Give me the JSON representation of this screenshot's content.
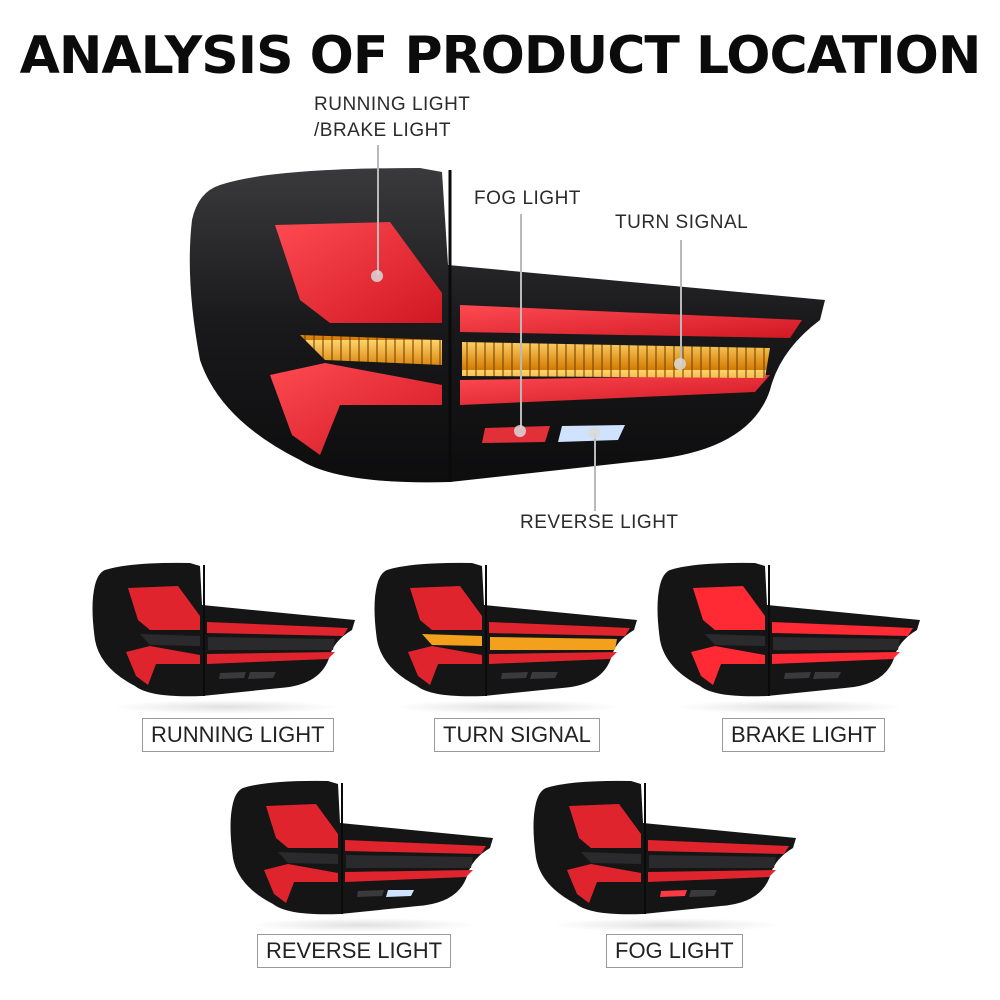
{
  "title": "ANALYSIS OF PRODUCT LOCATION",
  "callouts": {
    "running_brake_1": "RUNNING LIGHT",
    "running_brake_2": "/BRAKE LIGHT",
    "fog": "FOG LIGHT",
    "turn": "TURN SIGNAL",
    "reverse": "REVERSE LIGHT"
  },
  "modes": [
    {
      "label": "RUNNING LIGHT",
      "state": "running"
    },
    {
      "label": "TURN SIGNAL",
      "state": "turn"
    },
    {
      "label": "BRAKE LIGHT",
      "state": "brake"
    },
    {
      "label": "REVERSE LIGHT",
      "state": "reverse"
    },
    {
      "label": "FOG LIGHT",
      "state": "fog"
    }
  ],
  "colors": {
    "red": "#e0242d",
    "amber": "#f3a11c",
    "reverse_white": "#cfe3ff",
    "housing": "#151516"
  }
}
